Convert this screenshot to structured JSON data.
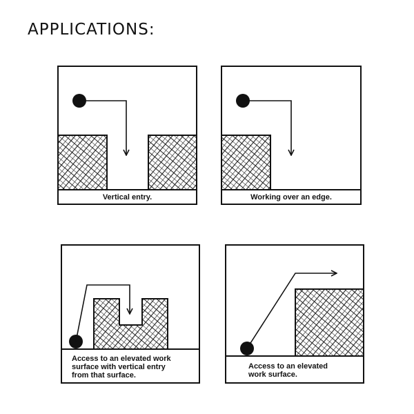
{
  "title": "APPLICATIONS:",
  "panels": [
    {
      "caption": "Vertical entry."
    },
    {
      "caption": "Working over an edge."
    },
    {
      "caption": "Access to an elevated work\nsurface with vertical entry\nfrom that surface."
    },
    {
      "caption": "Access to an elevated\nwork surface."
    }
  ],
  "colors": {
    "ink": "#111111",
    "background": "#ffffff"
  }
}
